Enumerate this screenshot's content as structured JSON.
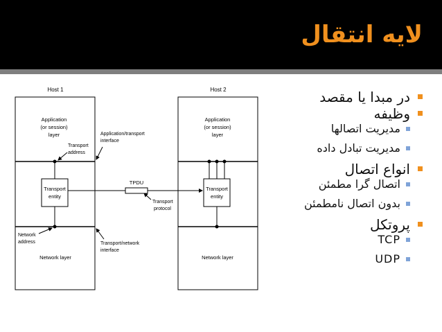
{
  "slide": {
    "title": "لایه انتقال"
  },
  "bullets": [
    {
      "text": "در مبدا یا مقصد",
      "level": 1
    },
    {
      "text": "وظیفه",
      "level": 1
    },
    {
      "text": "مدیریت اتصالها",
      "level": 2
    },
    {
      "text": "مدیریت تبادل داده",
      "level": 2
    },
    {
      "text": "انواع اتصال",
      "level": 1
    },
    {
      "text": "اتصال گرا مطمئن",
      "level": 2
    },
    {
      "text": "بدون اتصال نامطمئن",
      "level": 2
    },
    {
      "text": "پروتکل",
      "level": 1
    },
    {
      "text": "TCP",
      "level": 2
    },
    {
      "text": "UDP",
      "level": 2
    }
  ],
  "diagram": {
    "host1_label": "Host 1",
    "host2_label": "Host 2",
    "h1_app_line1": "Application",
    "h1_app_line2": "(or session)",
    "h1_app_line3": "layer",
    "h2_app_line1": "Application",
    "h2_app_line2": "(or session)",
    "h2_app_line3": "layer",
    "transport_address_line1": "Transport",
    "transport_address_line2": "address",
    "app_transport_if_line1": "Application/transport",
    "app_transport_if_line2": "interface",
    "h1_entity_line1": "Transport",
    "h1_entity_line2": "entity",
    "h2_entity_line1": "Transport",
    "h2_entity_line2": "entity",
    "tpdu": "TPDU",
    "transport_protocol_line1": "Transport",
    "transport_protocol_line2": "protocol",
    "network_address_line1": "Network",
    "network_address_line2": "address",
    "transport_network_if_line1": "Transport/network",
    "transport_network_if_line2": "interface",
    "h1_network_layer": "Network layer",
    "h2_network_layer": "Network layer"
  },
  "colors": {
    "title": "#f0901e",
    "title_bar": "#000000",
    "bullet_level1": "#f0901e",
    "bullet_level2": "#7fa3d8"
  }
}
